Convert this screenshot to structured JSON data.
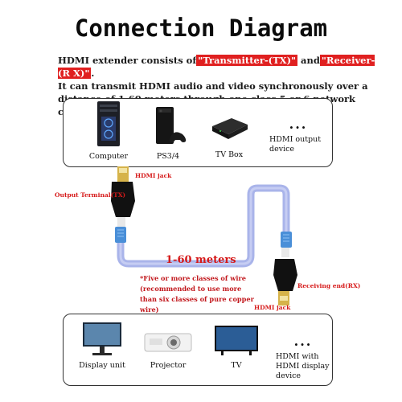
{
  "title": "Connection Diagram",
  "intro": {
    "part1": "HDMI extender consists of",
    "tx": "\"Transmitter-(TX)\"",
    "and": " and",
    "rx": "\"Receiver-(R X)\"",
    "part2": ".",
    "line2": "It can transmit HDMI audio and video synchronously over a distance of 1-60 meters through one class 5 or 6 network cable or above."
  },
  "sources": [
    {
      "icon": "computer-icon",
      "label": "Computer"
    },
    {
      "icon": "game-console-icon",
      "label": "PS3/4"
    },
    {
      "icon": "tv-box-icon",
      "label": "TV Box"
    },
    {
      "icon": "more-icon",
      "label": "HDMI output device"
    }
  ],
  "displays": [
    {
      "icon": "monitor-icon",
      "label": "Display unit"
    },
    {
      "icon": "projector-icon",
      "label": "Projector"
    },
    {
      "icon": "tv-icon",
      "label": "TV"
    },
    {
      "icon": "more-icon",
      "label": "HDMI with HDMI display device"
    }
  ],
  "labels": {
    "hdmi_jack_top": "HDMI jack",
    "output_terminal": "Output Terminal(TX)",
    "distance": "1-60 meters",
    "cable_note": "*Five or more classes of wire (recommended to use more than six classes of pure copper wire)",
    "receiving_end": "Receiving end(RX)",
    "hdmi_jack_bottom": "HDMI jack",
    "dots": "..."
  },
  "colors": {
    "accent_red": "#d61a1a",
    "cable": "#a9b4ea",
    "cable_dark": "#7d8cd6",
    "plug_blue": "#4a8fd8",
    "gold": "#c9a227"
  }
}
